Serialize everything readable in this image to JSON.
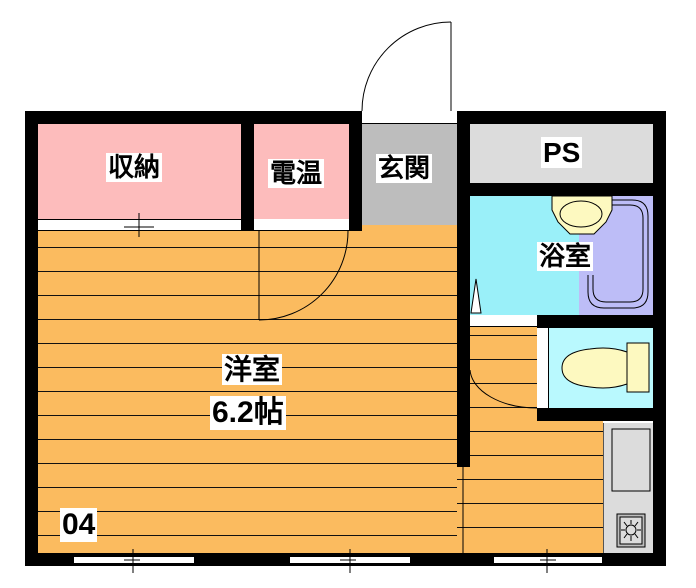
{
  "floorplan": {
    "unit_number": "04",
    "rooms": {
      "storage": {
        "label": "収納",
        "color": "#fdbcbc"
      },
      "water_heater": {
        "label": "電温",
        "color": "#fdbcbc"
      },
      "entrance": {
        "label": "玄関",
        "color": "#bdbdbd"
      },
      "pipe_space": {
        "label": "PS",
        "color": "#dcdcdc"
      },
      "bathroom": {
        "label": "浴室",
        "color": "#9af0f9"
      },
      "western_room": {
        "label": "洋室",
        "size": "6.2帖",
        "color": "#fbbb5f"
      },
      "toilet": {
        "label": "",
        "color": "#b9f9fe"
      },
      "kitchen": {
        "label": "",
        "color": "#dcdcdc"
      }
    },
    "icons": [
      "entrance-door-swing",
      "interior-door-swing",
      "toilet-door-swing",
      "washbasin",
      "bathtub",
      "toilet-fixture",
      "sink",
      "gas-stove",
      "sliding-window"
    ],
    "colors": {
      "wall": "#000000",
      "flooring": "#fbbb5f",
      "bathtub": "#bdbdf7",
      "fixture": "#fdf9c0"
    }
  }
}
